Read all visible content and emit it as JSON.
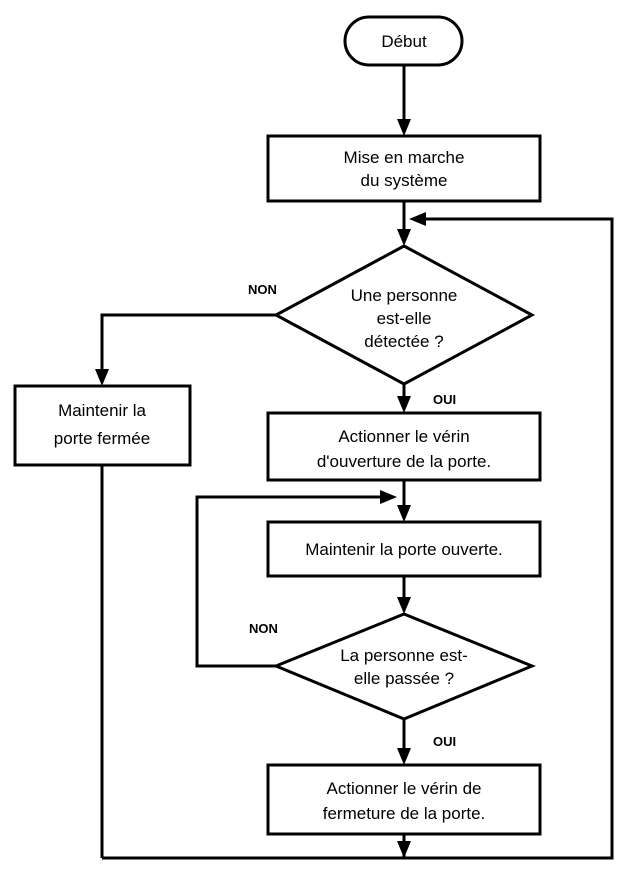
{
  "flowchart": {
    "start": "Début",
    "power_on": [
      "Mise en marche",
      "du système"
    ],
    "detect_decision": [
      "Une personne",
      "est-elle",
      "détectée ?"
    ],
    "detect_no": "NON",
    "detect_yes": "OUI",
    "keep_closed": [
      "Maintenir la",
      "porte fermée"
    ],
    "open_actuator": [
      "Actionner le vérin",
      "d'ouverture de la porte."
    ],
    "keep_open": "Maintenir la porte ouverte.",
    "passed_decision": [
      "La personne est-",
      "elle passée ?"
    ],
    "passed_no": "NON",
    "passed_yes": "OUI",
    "close_actuator": [
      "Actionner le vérin de",
      "fermeture de la porte."
    ]
  },
  "colors": {
    "stroke": "#000000",
    "fill": "#ffffff",
    "text": "#000000"
  }
}
